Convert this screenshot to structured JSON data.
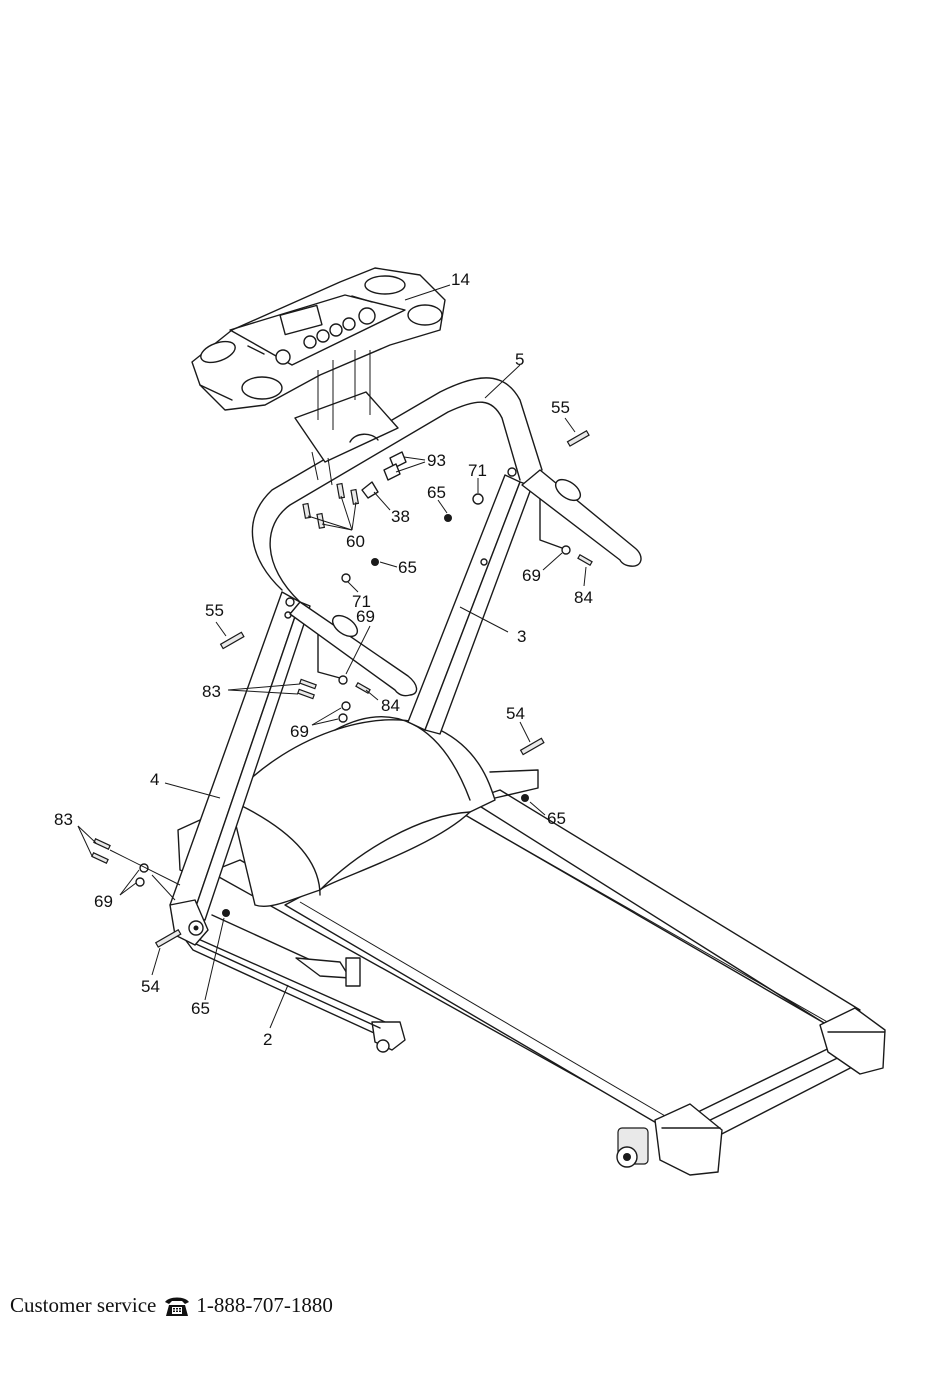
{
  "callouts": [
    {
      "id": "c14",
      "text": "14"
    },
    {
      "id": "c5",
      "text": "5"
    },
    {
      "id": "c55a",
      "text": "55"
    },
    {
      "id": "c93",
      "text": "93"
    },
    {
      "id": "c71a",
      "text": "71"
    },
    {
      "id": "c65a",
      "text": "65"
    },
    {
      "id": "c38",
      "text": "38"
    },
    {
      "id": "c60",
      "text": "60"
    },
    {
      "id": "c65b",
      "text": "65"
    },
    {
      "id": "c71b",
      "text": "71"
    },
    {
      "id": "c69a",
      "text": "69"
    },
    {
      "id": "c84a",
      "text": "84"
    },
    {
      "id": "c55b",
      "text": "55"
    },
    {
      "id": "c3",
      "text": "3"
    },
    {
      "id": "c69b",
      "text": "69"
    },
    {
      "id": "c83a",
      "text": "83"
    },
    {
      "id": "c84b",
      "text": "84"
    },
    {
      "id": "c69c",
      "text": "69"
    },
    {
      "id": "c54a",
      "text": "54"
    },
    {
      "id": "c4",
      "text": "4"
    },
    {
      "id": "c65c",
      "text": "65"
    },
    {
      "id": "c83b",
      "text": "83"
    },
    {
      "id": "c69d",
      "text": "69"
    },
    {
      "id": "c54b",
      "text": "54"
    },
    {
      "id": "c65d",
      "text": "65"
    },
    {
      "id": "c2",
      "text": "2"
    }
  ],
  "footer": {
    "label": "Customer service",
    "icon": "telephone-icon",
    "phone": "1-888-707-1880"
  }
}
